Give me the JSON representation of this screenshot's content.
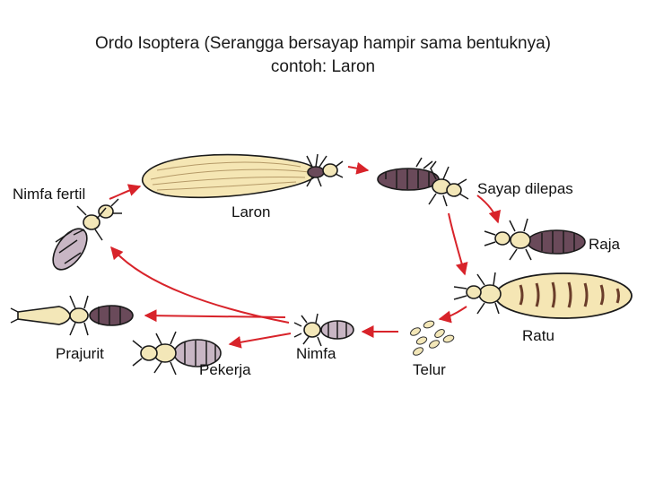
{
  "title": {
    "line1": "Ordo Isoptera (Serangga bersayap hampir sama bentuknya)",
    "line2": "contoh: Laron"
  },
  "labels": {
    "laron": "Laron",
    "sayap_dilepas": "Sayap dilepas",
    "raja": "Raja",
    "ratu": "Ratu",
    "telur": "Telur",
    "nimfa": "Nimfa",
    "pekerja": "Pekerja",
    "prajurit": "Prajurit",
    "nimfa_fertil": "Nimfa fertil"
  },
  "colors": {
    "arrow": "#d8232a",
    "body_dark": "#6a4a5a",
    "body_light": "#c8b6c4",
    "head": "#f3e7b8",
    "wing": "#f5e6b4"
  }
}
